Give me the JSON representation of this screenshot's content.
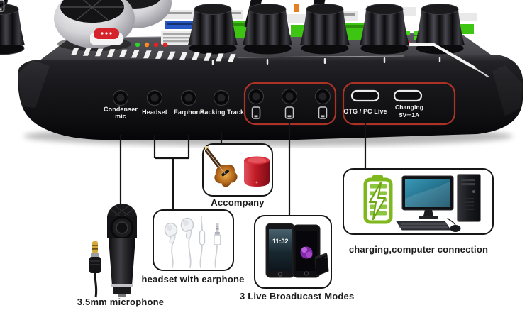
{
  "colors": {
    "outline_red": "#ad3226",
    "battery_green": "#7fb81c",
    "speaker_red": "#c8202a",
    "screen_teal": "#2c86a6",
    "accent_green": "#3ec412",
    "accent_magenta": "#e01ed0",
    "device_black": "#121215"
  },
  "device": {
    "jack_labels": {
      "condenser_1": "Condenser",
      "condenser_2": "mic",
      "headset": "Headset",
      "earphone": "Earphone",
      "backing": "Backing Track"
    },
    "live_phone_jacks_count": 3,
    "usb": {
      "otg_label": "OTG / PC Live",
      "charge_line1": "Changing",
      "charge_line2": "5V⎓1A"
    }
  },
  "callouts": {
    "mic": {
      "label": "3.5mm microphone"
    },
    "headset": {
      "label": "headset with earphone"
    },
    "accompany": {
      "label": "Accompany"
    },
    "modes": {
      "label": "3 Live Broaducast  Modes",
      "phone_time": "11:32"
    },
    "charging": {
      "label": "charging,computer connection"
    }
  }
}
